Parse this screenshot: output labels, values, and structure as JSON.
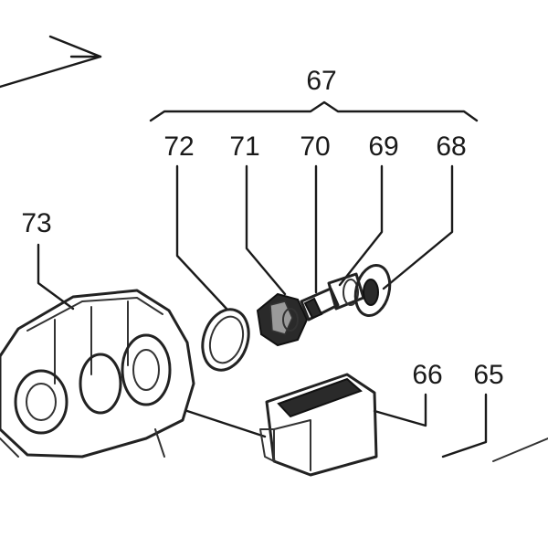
{
  "callouts": {
    "c67": "67",
    "c72": "72",
    "c71": "71",
    "c70": "70",
    "c69": "69",
    "c68": "68",
    "c73": "73",
    "c66": "66",
    "c65": "65"
  },
  "colors": {
    "ink": "#1a1a1a",
    "background": "#ffffff"
  }
}
